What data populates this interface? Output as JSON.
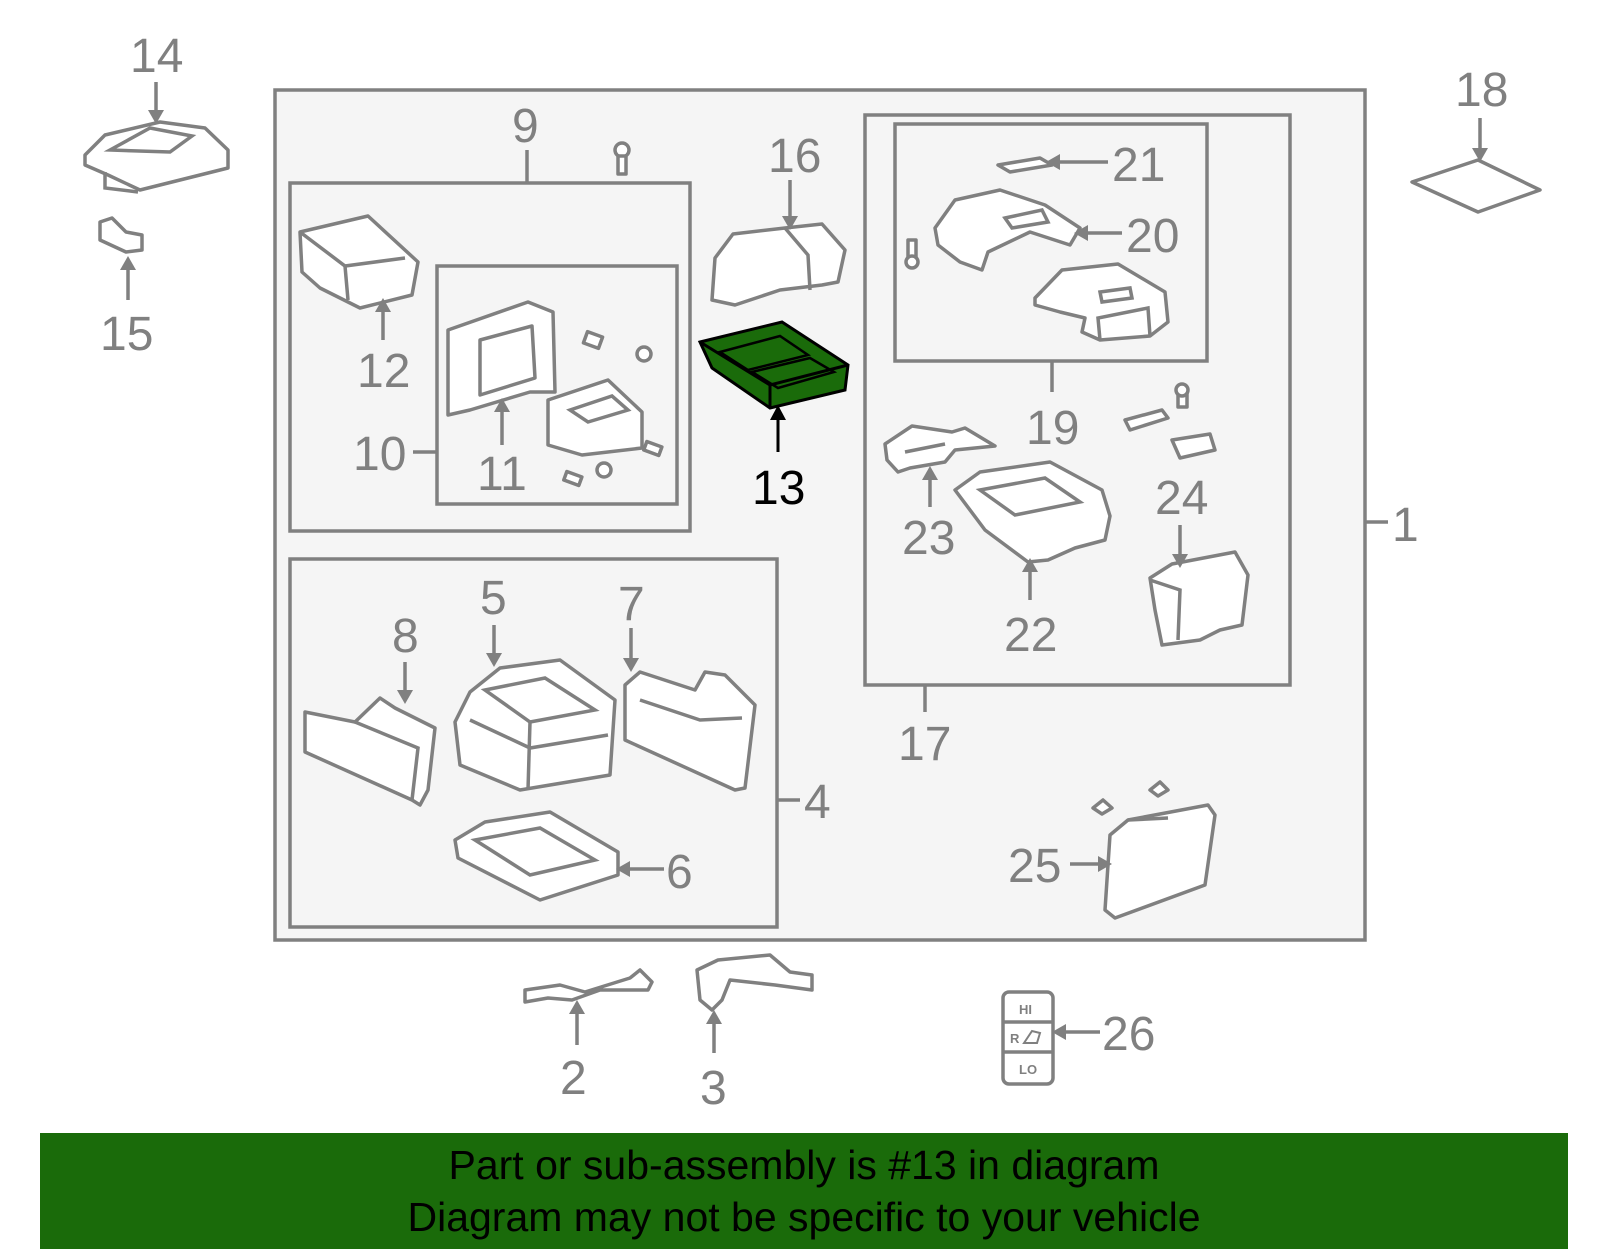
{
  "labels": {
    "l1": "1",
    "l2": "2",
    "l3": "3",
    "l4": "4",
    "l5": "5",
    "l6": "6",
    "l7": "7",
    "l8": "8",
    "l9": "9",
    "l10": "10",
    "l11": "11",
    "l12": "12",
    "l13": "13",
    "l14": "14",
    "l15": "15",
    "l16": "16",
    "l17": "17",
    "l18": "18",
    "l19": "19",
    "l20": "20",
    "l21": "21",
    "l22": "22",
    "l23": "23",
    "l24": "24",
    "l25": "25",
    "l26": "26"
  },
  "switch_labels": {
    "hi": "HI",
    "r": "R",
    "lo": "LO"
  },
  "highlighted_part": "13",
  "colors": {
    "highlight": "#1a6b0a",
    "banner": "#1a6b0a",
    "lines": "#808080",
    "panel": "#f5f5f5"
  },
  "banner": {
    "line1": "Part or sub-assembly is #13 in diagram",
    "line2": "Diagram may not be specific to your vehicle"
  }
}
